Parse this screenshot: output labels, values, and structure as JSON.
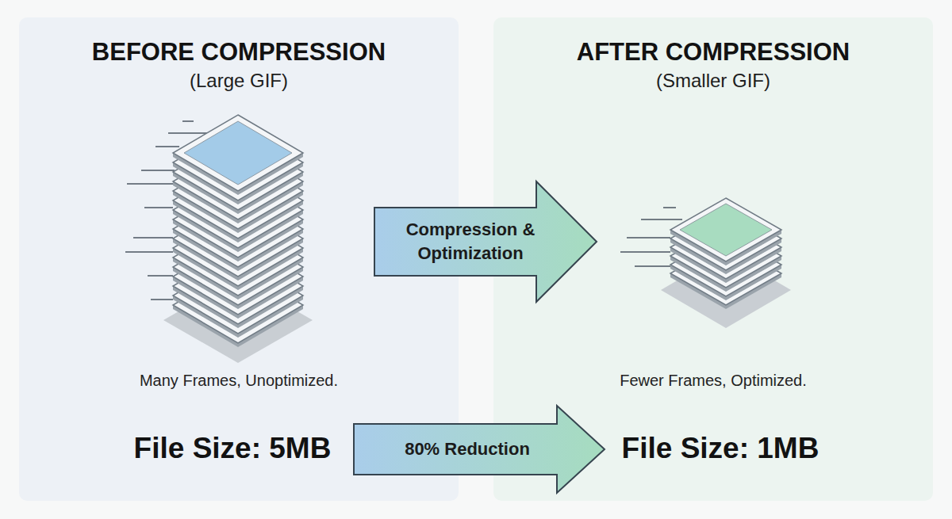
{
  "diagram": {
    "nodes": [
      {
        "text": [
          "BEFORE COMPRESSION",
          "(Large GIF)",
          "Many Frames, Unoptimized."
        ]
      },
      {
        "text": [
          "File Size: 5MB"
        ],
        "in": 0
      },
      {
        "text": [
          "AFTER COMPRESSION",
          "(Smaller GIF)",
          "Fewer Frames, Optimized."
        ]
      },
      {
        "text": [
          "File Size: 1MB"
        ],
        "in": 2
      }
    ],
    "edges": [
      {
        "from": 0,
        "to": 2,
        "arrow": "to",
        "label": "Compression & Optimization"
      },
      {
        "from": 1,
        "to": 3,
        "arrow": "to",
        "label": "80% Reduction"
      }
    ]
  }
}
